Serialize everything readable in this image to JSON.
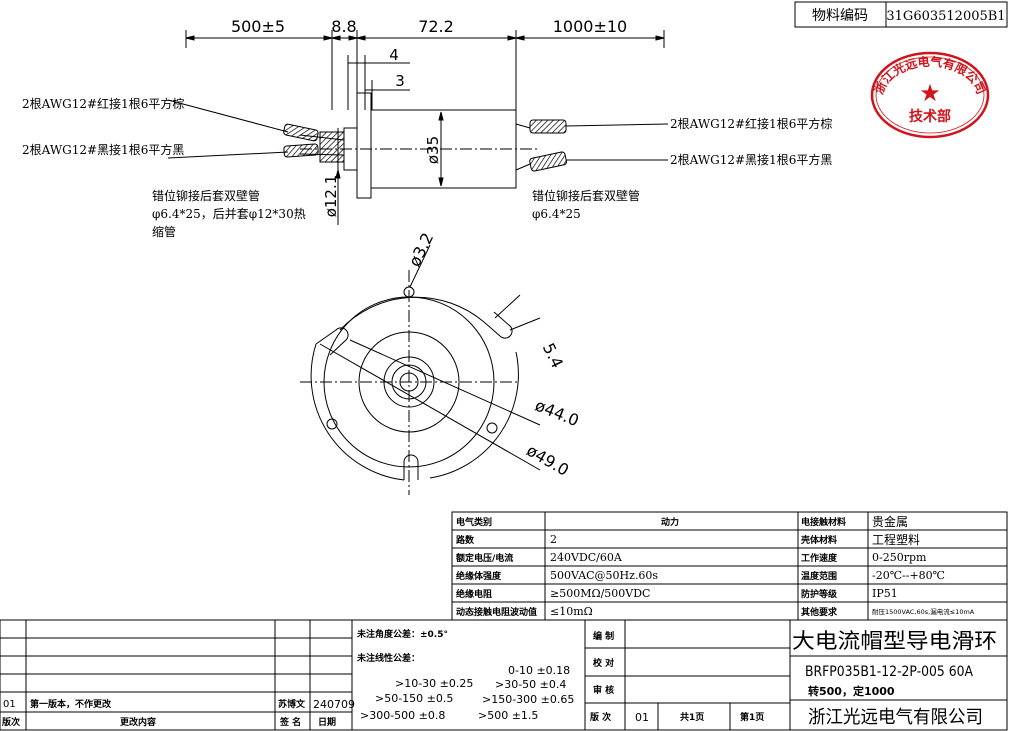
{
  "material_code": {
    "label": "物料编码",
    "value": "31G603512005B1"
  },
  "stamp": {
    "company": "浙江光远电气有限公司",
    "dept": "技术部",
    "color": "#d0141c"
  },
  "side_view": {
    "dims": {
      "left_lead": "500±5",
      "flange_gap": "8.8",
      "body_length": "72.2",
      "right_lead": "1000±10",
      "d4": "4",
      "d3": "3",
      "dia_body": "ø35",
      "dia_flange": "ø12.1"
    },
    "notes": {
      "left_red": "2根AWG12#红接1根6平方棕",
      "left_black": "2根AWG12#黑接1根6平方黑",
      "right_red": "2根AWG12#红接1根6平方棕",
      "right_black": "2根AWG12#黑接1根6平方黑",
      "left_sleeve_1": "错位铆接后套双壁管",
      "left_sleeve_2": "φ6.4*25，后并套φ12*30热",
      "left_sleeve_3": "缩管",
      "right_sleeve_1": "错位铆接后套双壁管",
      "right_sleeve_2": "φ6.4*25"
    }
  },
  "front_view": {
    "dims": {
      "hole": "ø3.2",
      "slot": "5.4",
      "inner": "ø44.0",
      "outer": "ø49.0"
    }
  },
  "spec_table": {
    "header": {
      "c1": "电气类别",
      "c2": "动力",
      "c3": "电接触材料",
      "c4": "贵金属"
    },
    "rows": [
      {
        "k1": "路数",
        "v1": "2",
        "k2": "壳体材料",
        "v2": "工程塑料"
      },
      {
        "k1": "额定电压/电流",
        "v1": "240VDC/60A",
        "k2": "工作速度",
        "v2": "0-250rpm"
      },
      {
        "k1": "绝缘体强度",
        "v1": "500VAC@50Hz.60s",
        "k2": "温度范围",
        "v2": "-20℃--+80℃"
      },
      {
        "k1": "绝缘电阻",
        "v1": "≥500MΩ/500VDC",
        "k2": "防护等级",
        "v2": "IP51"
      },
      {
        "k1": "动态接触电阻波动值",
        "v1": "≤10mΩ",
        "k2": "其他要求",
        "v2": "耐压1500VAC,60s,漏电流≤10mA"
      }
    ]
  },
  "title_block": {
    "revision_row": {
      "ver": "01",
      "content": "第一版本，不作更改",
      "signer": "苏博文",
      "date": "240709"
    },
    "revision_header": {
      "ver": "版次",
      "content": "更改内容",
      "sign": "签 名",
      "date": "日期"
    },
    "angle_tolerance": "未注角度公差：±0.5°",
    "linear_tolerance": "未注线性公差：",
    "tolerances": [
      ">10-30 ±0.25",
      "0-10 ±0.18",
      ">30-50 ±0.4",
      ">50-150 ±0.5",
      ">150-300 ±0.65",
      ">300-500 ±0.8",
      ">500 ±1.5"
    ],
    "roles": {
      "draw": "编  制",
      "check": "校  对",
      "review": "审  核"
    },
    "edition_label": "版 次",
    "edition_value": "01",
    "total_pages": "共1页",
    "page_no": "第1页",
    "product_name": "大电流帽型导电滑环",
    "model": "BRFP035B1-12-2P-005 60A",
    "speed_note": "转500，定1000",
    "company": "浙江光远电气有限公司"
  }
}
